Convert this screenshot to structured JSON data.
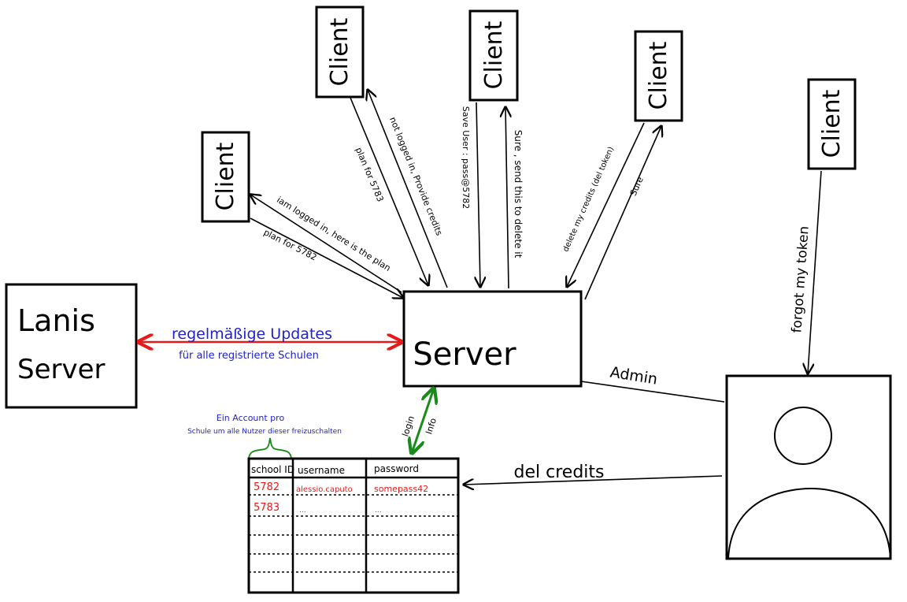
{
  "clients": [
    {
      "id": "client-1",
      "label": "Client"
    },
    {
      "id": "client-2",
      "label": "Client"
    },
    {
      "id": "client-3",
      "label": "Client"
    },
    {
      "id": "client-4",
      "label": "Client"
    },
    {
      "id": "client-5",
      "label": "Client"
    }
  ],
  "server": {
    "label": "Server"
  },
  "lanis_server": {
    "line1": "Lanis",
    "line2": "Server"
  },
  "messages": {
    "c1_to_server": "iam logged in, here is the plan",
    "server_to_c1": "plan for 5782",
    "server_to_c2": "plan for 5783",
    "c2_to_server": "not logged in, Provide credits",
    "c3_to_server": "Save User : pass@5782",
    "server_to_c3": "Sure , send this to delete it",
    "c4_to_server": "delete my credits (del token)",
    "server_to_c4": "Sure",
    "c5_to_admin": "forgot my token"
  },
  "updates": {
    "line1": "regelmäßige Updates",
    "line2": "für alle registrierte Schulen"
  },
  "login_info": {
    "line1": "login",
    "line2": "Info"
  },
  "admin": {
    "label": "Admin",
    "action": "del credits"
  },
  "brace_note": {
    "line1": "Ein Account pro",
    "line2": "Schule um alle Nutzer dieser freizuschalten"
  },
  "table": {
    "headers": [
      "school ID",
      "username",
      "password"
    ],
    "rows": [
      [
        "5782",
        "alessio.caputo",
        "somepass42"
      ],
      [
        "5783",
        "...",
        "..."
      ],
      [
        "",
        "",
        ""
      ],
      [
        "",
        "",
        ""
      ],
      [
        "",
        "",
        ""
      ],
      [
        "",
        "",
        ""
      ]
    ]
  },
  "colors": {
    "ink": "#000000",
    "updates_arrow": "#e41b1b",
    "updates_text": "#2222cc",
    "login_arrow": "#1a8a1a",
    "brace": "#1a8a1a",
    "table_values": "#e41b1b"
  }
}
